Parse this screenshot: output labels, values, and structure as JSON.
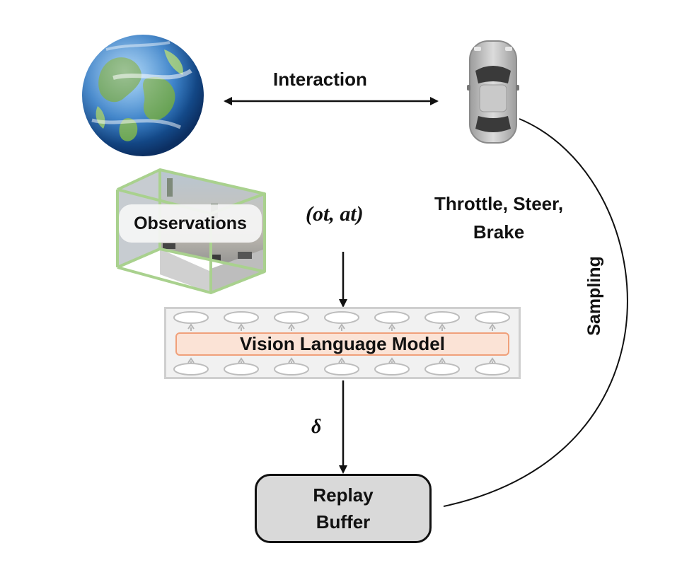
{
  "labels": {
    "interaction": "Interaction",
    "tuple": "(ot, at)",
    "controls_line1": "Throttle, Steer,",
    "controls_line2": "Brake",
    "sampling": "Sampling",
    "delta": "δ",
    "observations": "Observations",
    "vlm": "Vision Language Model",
    "replay_line1": "Replay",
    "replay_line2": "Buffer"
  },
  "icons": [
    "earth-globe-icon",
    "car-topview-icon",
    "camera-frames-icon"
  ],
  "colors": {
    "vlm_fill": "#fbe3d6",
    "vlm_border": "#f0a07a",
    "frames_border": "#a9d18e",
    "buffer_fill": "#d9d9d9"
  }
}
